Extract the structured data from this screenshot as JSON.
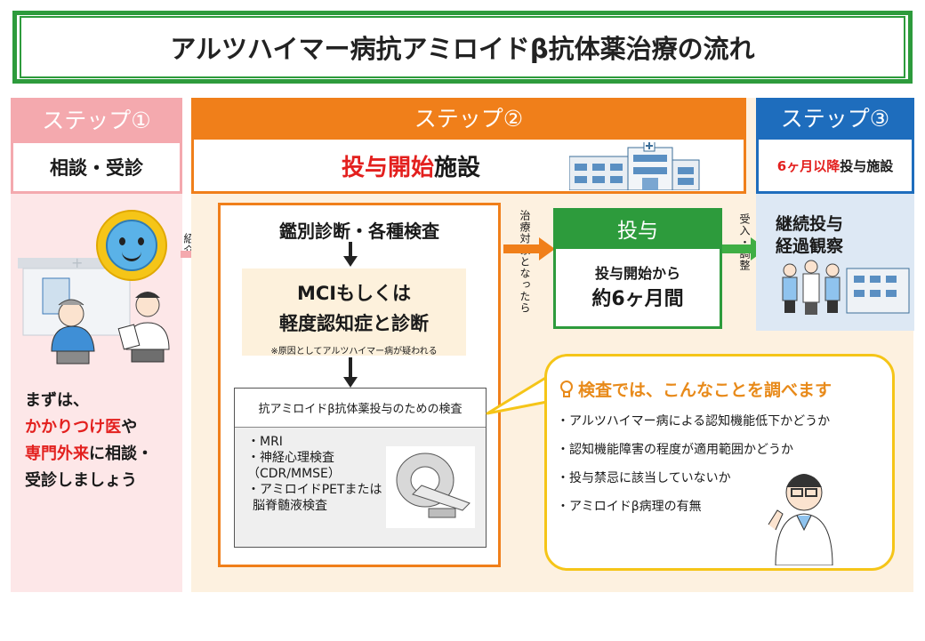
{
  "title": "アルツハイマー病抗アミロイドβ抗体薬治療の流れ",
  "step1": {
    "header": "ステップ①",
    "subtitle": "相談・受診",
    "message_prefix": "まずは、",
    "message_highlight1": "かかりつけ医",
    "message_mid": "や",
    "message_highlight2": "専門外来",
    "message_suffix1": "に相談・",
    "message_suffix2": "受診しましょう",
    "arrow_label": "紹介"
  },
  "step2": {
    "header": "ステップ②",
    "subtitle_highlight": "投与開始",
    "subtitle_rest": "施設",
    "diagnosis_label": "鑑別診断・各種検査",
    "diagnosis_result_line1": "MCIもしくは",
    "diagnosis_result_line2": "軽度認知症と診断",
    "diagnosis_note": "※原因としてアルツハイマー病が疑われる",
    "tests_title": "抗アミロイドβ抗体薬投与のための検査",
    "tests": {
      "t1": "・MRI",
      "t2": "・神経心理検査",
      "t3": "（CDR/MMSE）",
      "t4": "・アミロイドPETまたは",
      "t5": "脳脊髄液検査"
    },
    "arrow_label": "治療対象となったら"
  },
  "dosing": {
    "header": "投与",
    "line1": "投与開始から",
    "line2": "約6ヶ月間",
    "arrow_label": "受入・調整"
  },
  "step3": {
    "header": "ステップ③",
    "subtitle_highlight": "6ヶ月以降",
    "subtitle_rest": "投与施設",
    "line1": "継続投与",
    "line2": "経過観察"
  },
  "bubble": {
    "title": "検査では、こんなことを調べます",
    "items": {
      "i1": "・アルツハイマー病による認知機能低下かどうか",
      "i2": "・認知機能障害の程度が適用範囲かどうか",
      "i3": "・投与禁忌に該当していないか",
      "i4": "・アミロイドβ病理の有無"
    }
  },
  "colors": {
    "green": "#2d9b3c",
    "orange": "#f07f1a",
    "blue": "#1e6dbd",
    "pink": "#f4a9ae",
    "red": "#e3201e",
    "yellow": "#f5c518"
  }
}
